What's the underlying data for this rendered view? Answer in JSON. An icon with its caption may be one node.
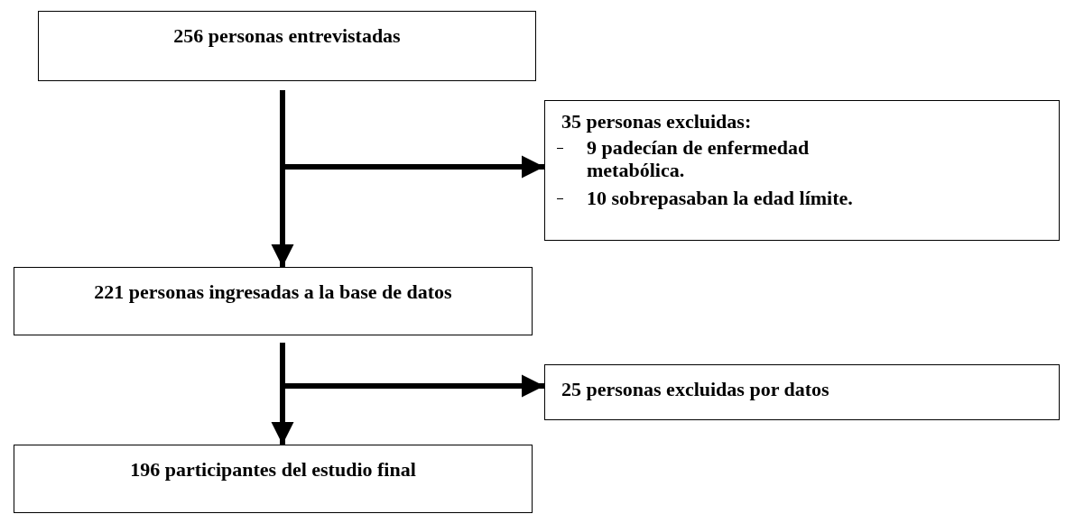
{
  "diagram": {
    "nodes": [
      {
        "text": [
          "256 personas entrevistadas"
        ]
      },
      {
        "text": [
          "35 personas excluidas:",
          "9 padecían de enfermedad metabólica.",
          "10 sobrepasaban la edad límite."
        ]
      },
      {
        "text": [
          "221 personas ingresadas a la base de datos"
        ]
      },
      {
        "text": [
          "25 personas excluidas por datos"
        ]
      },
      {
        "text": [
          "196 participantes del estudio final"
        ]
      }
    ],
    "edges": [
      {
        "from": 0,
        "to": 2,
        "arrow": "to"
      },
      {
        "from": 0,
        "to": 1,
        "arrow": "to"
      },
      {
        "from": 2,
        "to": 4,
        "arrow": "to"
      },
      {
        "from": 2,
        "to": 3,
        "arrow": "to"
      }
    ]
  }
}
